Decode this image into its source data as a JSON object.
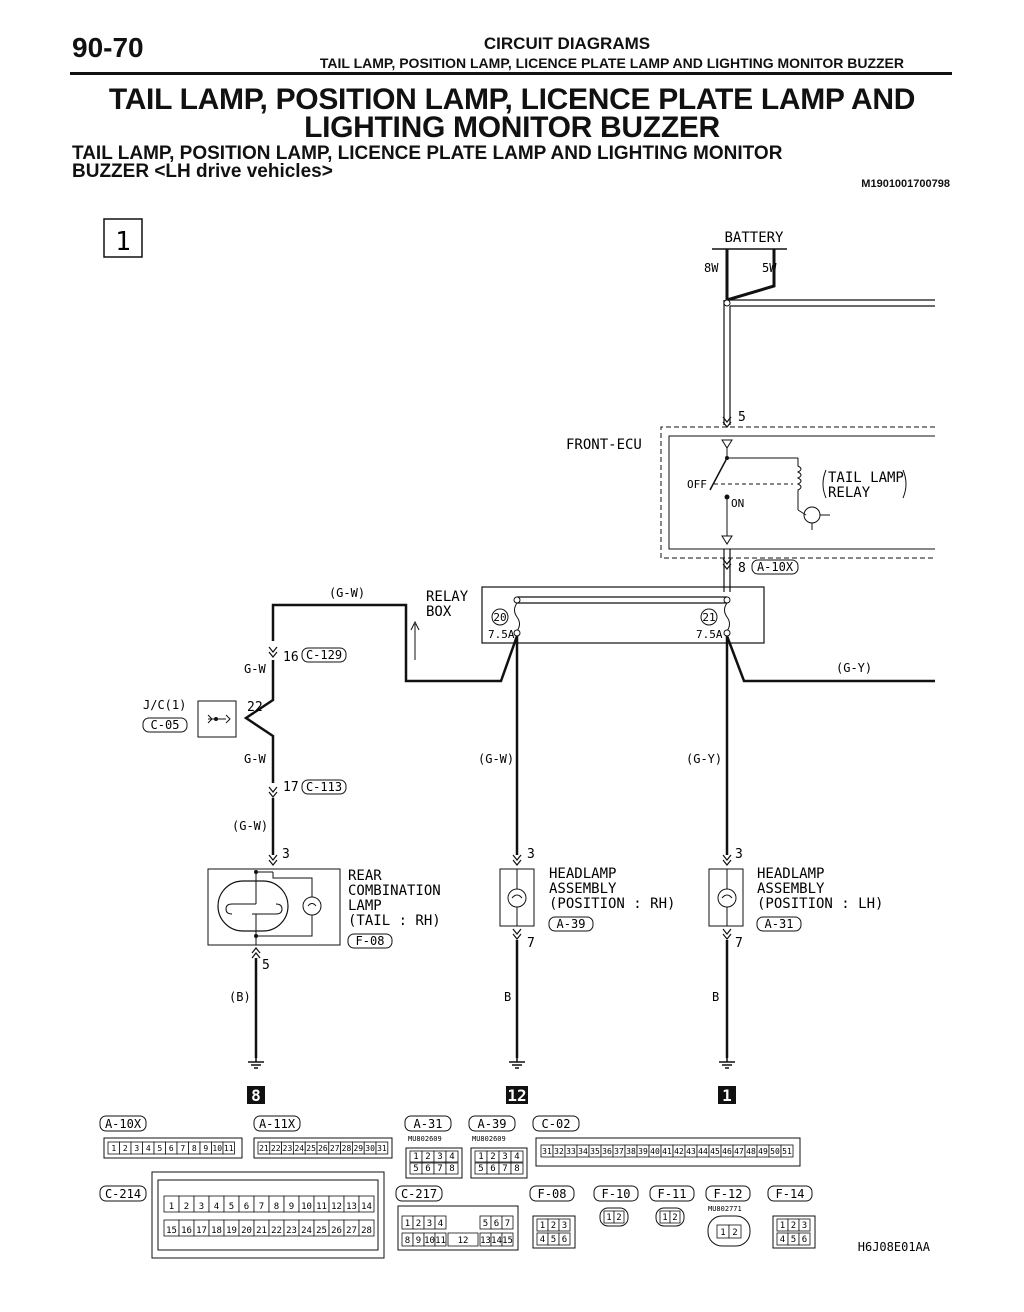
{
  "header": {
    "page_number": "90-70",
    "section": "CIRCUIT DIAGRAMS",
    "subsection": "TAIL LAMP, POSITION LAMP, LICENCE PLATE LAMP AND LIGHTING MONITOR BUZZER"
  },
  "title": {
    "line1": "TAIL LAMP, POSITION LAMP, LICENCE PLATE LAMP AND",
    "line2": "LIGHTING MONITOR BUZZER"
  },
  "subtitle": {
    "line1": "TAIL LAMP, POSITION LAMP, LICENCE PLATE LAMP AND LIGHTING MONITOR",
    "line2": "BUZZER <LH drive vehicles>"
  },
  "doc_code": "M1901001700798",
  "diagram": {
    "sheet_number": "1",
    "battery": {
      "label": "BATTERY",
      "left_wire": "8W",
      "right_wire": "5W"
    },
    "front_ecu": {
      "label": "FRONT-ECU",
      "pin_in": "5",
      "pin_out": "8",
      "pin_out_connector": "A-10X",
      "switch_off": "OFF",
      "switch_on": "ON",
      "relay_line1": "TAIL LAMP",
      "relay_line2": "RELAY"
    },
    "relay_box": {
      "line1": "RELAY",
      "line2": "BOX",
      "fuse_left": {
        "number": "20",
        "rating": "7.5A"
      },
      "fuse_right": {
        "number": "21",
        "rating": "7.5A"
      }
    },
    "wires": {
      "top_left": "(G-W)",
      "right": "(G-Y)",
      "gw1": "G-W",
      "gw2": "G-W",
      "gw_paren": "(G-W)",
      "mid_gw": "(G-W)",
      "mid_gy": "(G-Y)",
      "ground_left": "(B)",
      "ground_mid": "B",
      "ground_right": "B"
    },
    "connectors": {
      "c129": {
        "pin": "16",
        "name": "C-129"
      },
      "c113": {
        "pin": "17",
        "name": "C-113"
      },
      "jc": {
        "label": "J/C(1)",
        "name": "C-05",
        "pin": "22"
      }
    },
    "components": {
      "rear_lamp": {
        "pin_top": "3",
        "pin_bottom": "5",
        "lines": [
          "REAR",
          "COMBINATION",
          "LAMP",
          "(TAIL : RH)"
        ],
        "connector": "F-08"
      },
      "headlamp_rh": {
        "pin_top": "3",
        "pin_bottom": "7",
        "lines": [
          "HEADLAMP",
          "ASSEMBLY",
          "(POSITION : RH)"
        ],
        "connector": "A-39"
      },
      "headlamp_lh": {
        "pin_top": "3",
        "pin_bottom": "7",
        "lines": [
          "HEADLAMP",
          "ASSEMBLY",
          "(POSITION : LH)"
        ],
        "connector": "A-31"
      }
    },
    "grounds": [
      "8",
      "12",
      "1"
    ]
  },
  "connector_table": {
    "a10x": {
      "name": "A-10X",
      "pins": [
        "1",
        "2",
        "3",
        "4",
        "5",
        "6",
        "7",
        "8",
        "9",
        "10",
        "11"
      ]
    },
    "a11x": {
      "name": "A-11X",
      "pins": [
        "21",
        "22",
        "23",
        "24",
        "25",
        "26",
        "27",
        "28",
        "29",
        "30",
        "31"
      ]
    },
    "a31": {
      "name": "A-31",
      "part": "MU802609",
      "top": [
        "1",
        "2",
        "3",
        "4"
      ],
      "bottom": [
        "5",
        "6",
        "7",
        "8"
      ]
    },
    "a39": {
      "name": "A-39",
      "part": "MU802609",
      "top": [
        "1",
        "2",
        "3",
        "4"
      ],
      "bottom": [
        "5",
        "6",
        "7",
        "8"
      ]
    },
    "c02": {
      "name": "C-02",
      "pins": [
        "31",
        "32",
        "33",
        "34",
        "35",
        "36",
        "37",
        "38",
        "39",
        "40",
        "41",
        "42",
        "43",
        "44",
        "45",
        "46",
        "47",
        "48",
        "49",
        "50",
        "51"
      ]
    },
    "c214": {
      "name": "C-214",
      "top": [
        "1",
        "2",
        "3",
        "4",
        "5",
        "6",
        "7",
        "8",
        "9",
        "10",
        "11",
        "12",
        "13",
        "14"
      ],
      "bottom": [
        "15",
        "16",
        "17",
        "18",
        "19",
        "20",
        "21",
        "22",
        "23",
        "24",
        "25",
        "26",
        "27",
        "28"
      ]
    },
    "c217": {
      "name": "C-217",
      "top_left": [
        "1",
        "2",
        "3",
        "4"
      ],
      "top_right": [
        "5",
        "6",
        "7"
      ],
      "bottom_left": [
        "8",
        "9",
        "10",
        "11"
      ],
      "bottom_mid": "12",
      "bottom_right": [
        "13",
        "14",
        "15"
      ]
    },
    "f08": {
      "name": "F-08",
      "top": [
        "1",
        "2",
        "3"
      ],
      "bottom": [
        "4",
        "5",
        "6"
      ]
    },
    "f10": {
      "name": "F-10",
      "pins": [
        "1",
        "2"
      ]
    },
    "f11": {
      "name": "F-11",
      "pins": [
        "1",
        "2"
      ]
    },
    "f12": {
      "name": "F-12",
      "part": "MU802771",
      "pins": [
        "1",
        "2"
      ]
    },
    "f14": {
      "name": "F-14",
      "top": [
        "1",
        "2",
        "3"
      ],
      "bottom": [
        "4",
        "5",
        "6"
      ]
    },
    "figure_code": "H6J08E01AA"
  }
}
